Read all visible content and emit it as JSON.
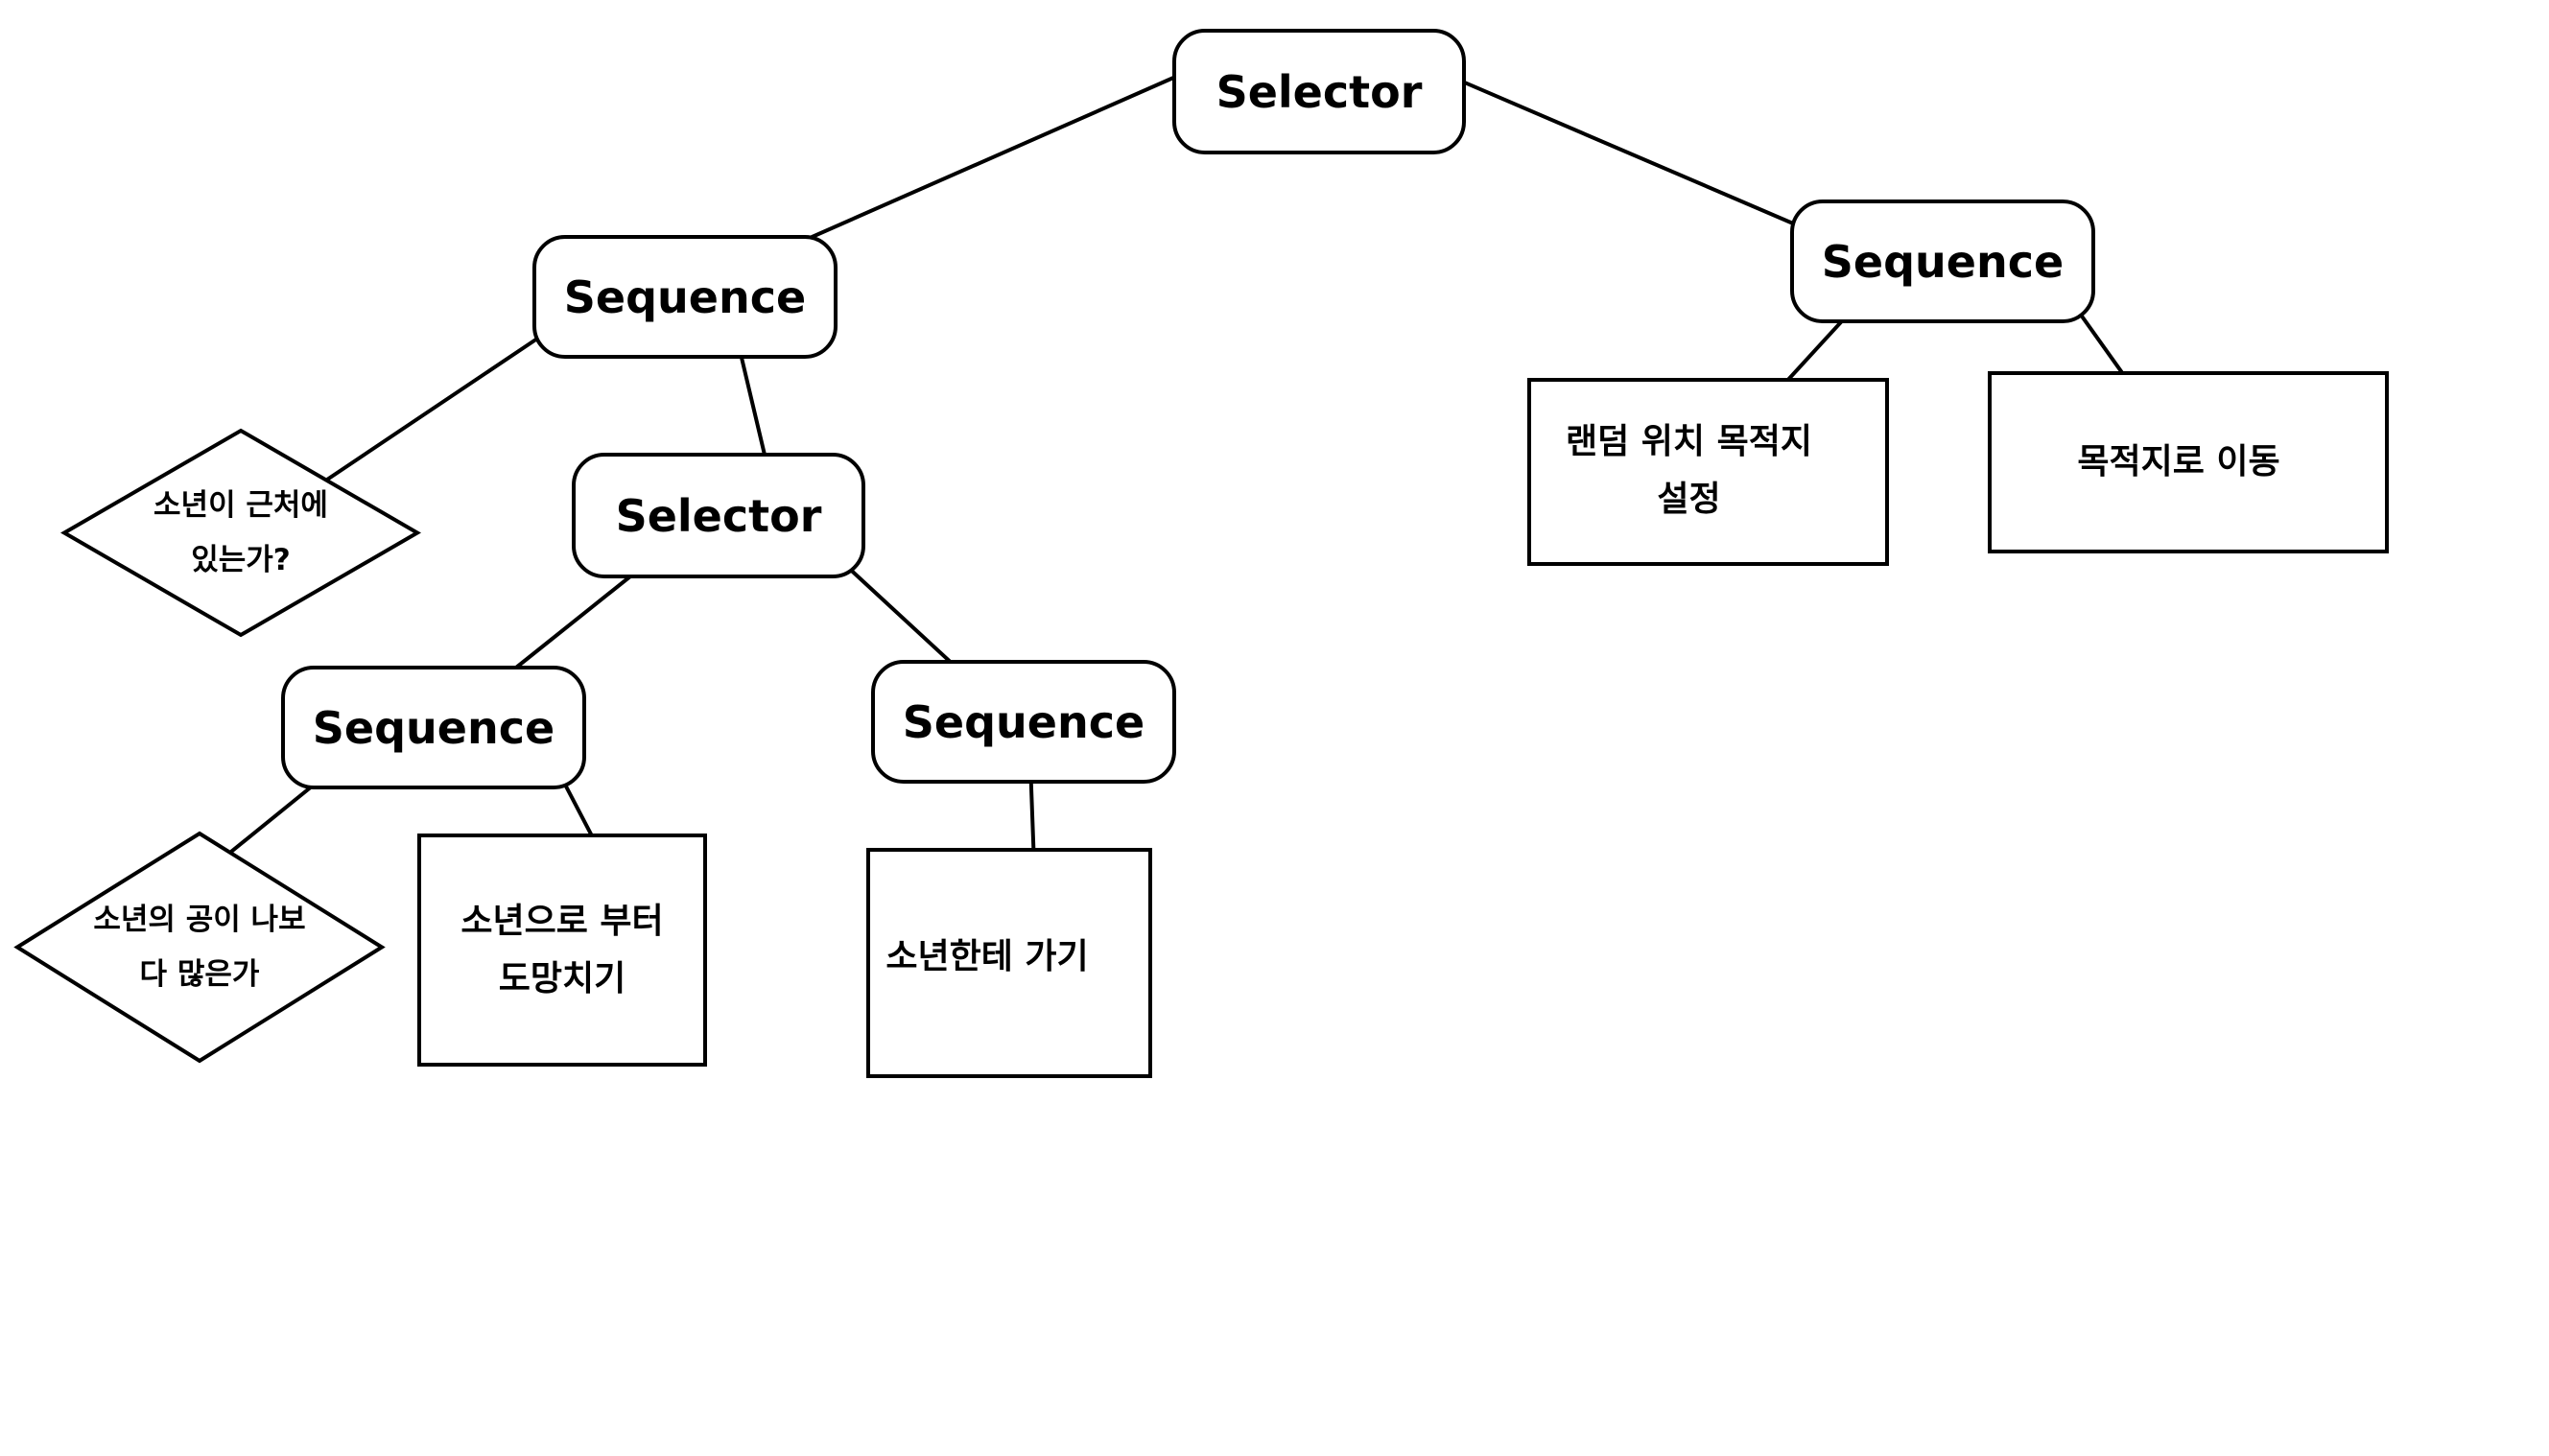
{
  "nodes": {
    "root_selector": "Selector",
    "left_sequence": "Sequence",
    "right_sequence": "Sequence",
    "inner_selector": "Selector",
    "inner_left_sequence": "Sequence",
    "inner_right_sequence": "Sequence",
    "cond_boy_nearby": [
      "소년이 근처에",
      "있는가?"
    ],
    "cond_ball_count": [
      "소년의 공이 나보",
      "다 많은가"
    ],
    "action_run_away": [
      "소년으로 부터",
      "도망치기"
    ],
    "action_go_to_boy": [
      "소년한테 가기"
    ],
    "action_set_random_destination": [
      "랜덤 위치 목적지",
      "설정"
    ],
    "action_move_to_destination": [
      "목적지로 이동"
    ]
  },
  "colors": {
    "stroke": "#000000",
    "background": "#ffffff"
  }
}
